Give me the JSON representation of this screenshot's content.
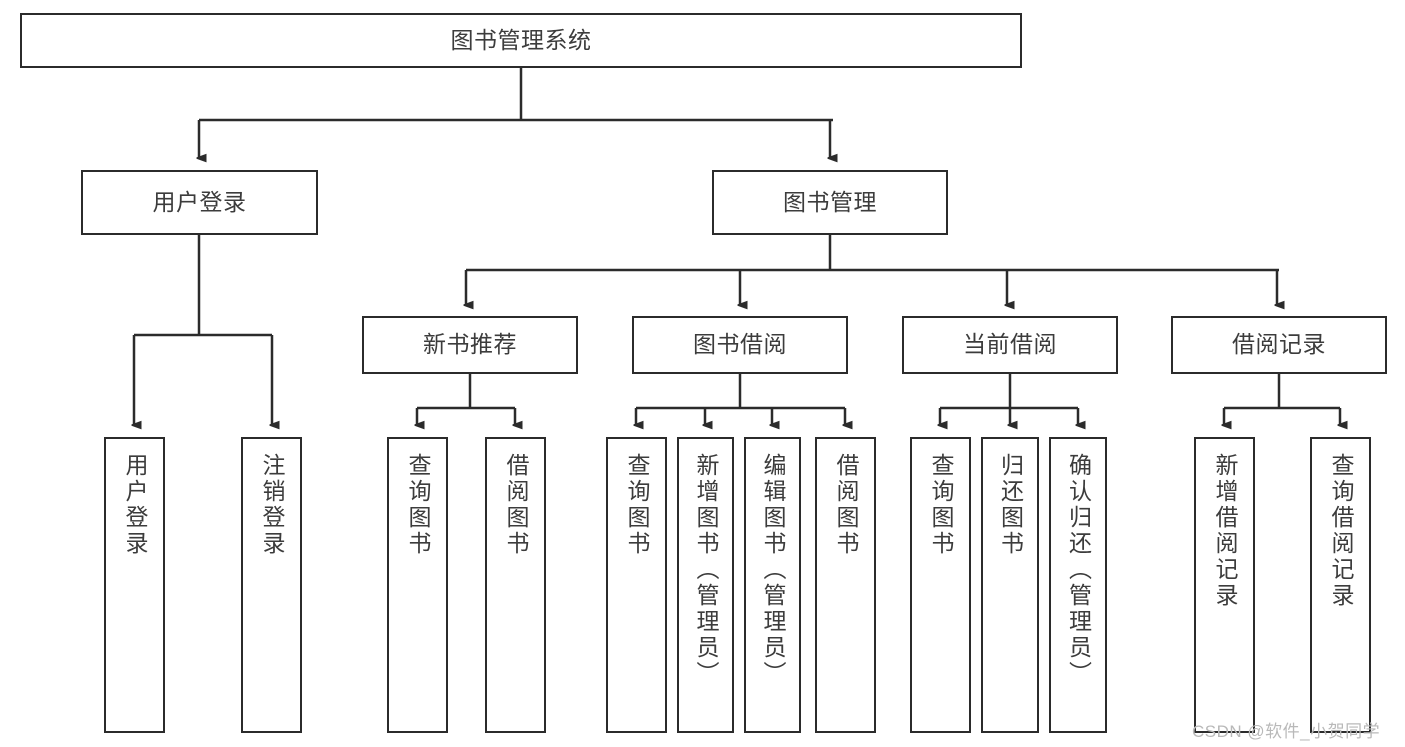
{
  "diagram": {
    "title": "图书管理系统",
    "type": "hierarchy-tree",
    "watermark": "CSDN @软件_小贺同学",
    "colors": {
      "stroke": "#2b2b2b",
      "text": "#3c3c3c",
      "background": "#ffffff",
      "watermark": "#b9b9b9"
    },
    "root": {
      "label": "图书管理系统"
    },
    "level2": [
      {
        "label": "用户登录"
      },
      {
        "label": "图书管理"
      }
    ],
    "level3": [
      {
        "label": "新书推荐"
      },
      {
        "label": "图书借阅"
      },
      {
        "label": "当前借阅"
      },
      {
        "label": "借阅记录"
      }
    ],
    "leaves": {
      "user_login": [
        {
          "label": "用户登录"
        },
        {
          "label": "注销登录"
        }
      ],
      "new_book_recommend": [
        {
          "label": "查询图书"
        },
        {
          "label": "借阅图书"
        }
      ],
      "book_borrow": [
        {
          "label": "查询图书"
        },
        {
          "label": "新增图书（管理员）"
        },
        {
          "label": "编辑图书（管理员）"
        },
        {
          "label": "借阅图书"
        }
      ],
      "current_borrow": [
        {
          "label": "查询图书"
        },
        {
          "label": "归还图书"
        },
        {
          "label": "确认归还（管理员）"
        }
      ],
      "borrow_record": [
        {
          "label": "新增借阅记录"
        },
        {
          "label": "查询借阅记录"
        }
      ]
    }
  }
}
